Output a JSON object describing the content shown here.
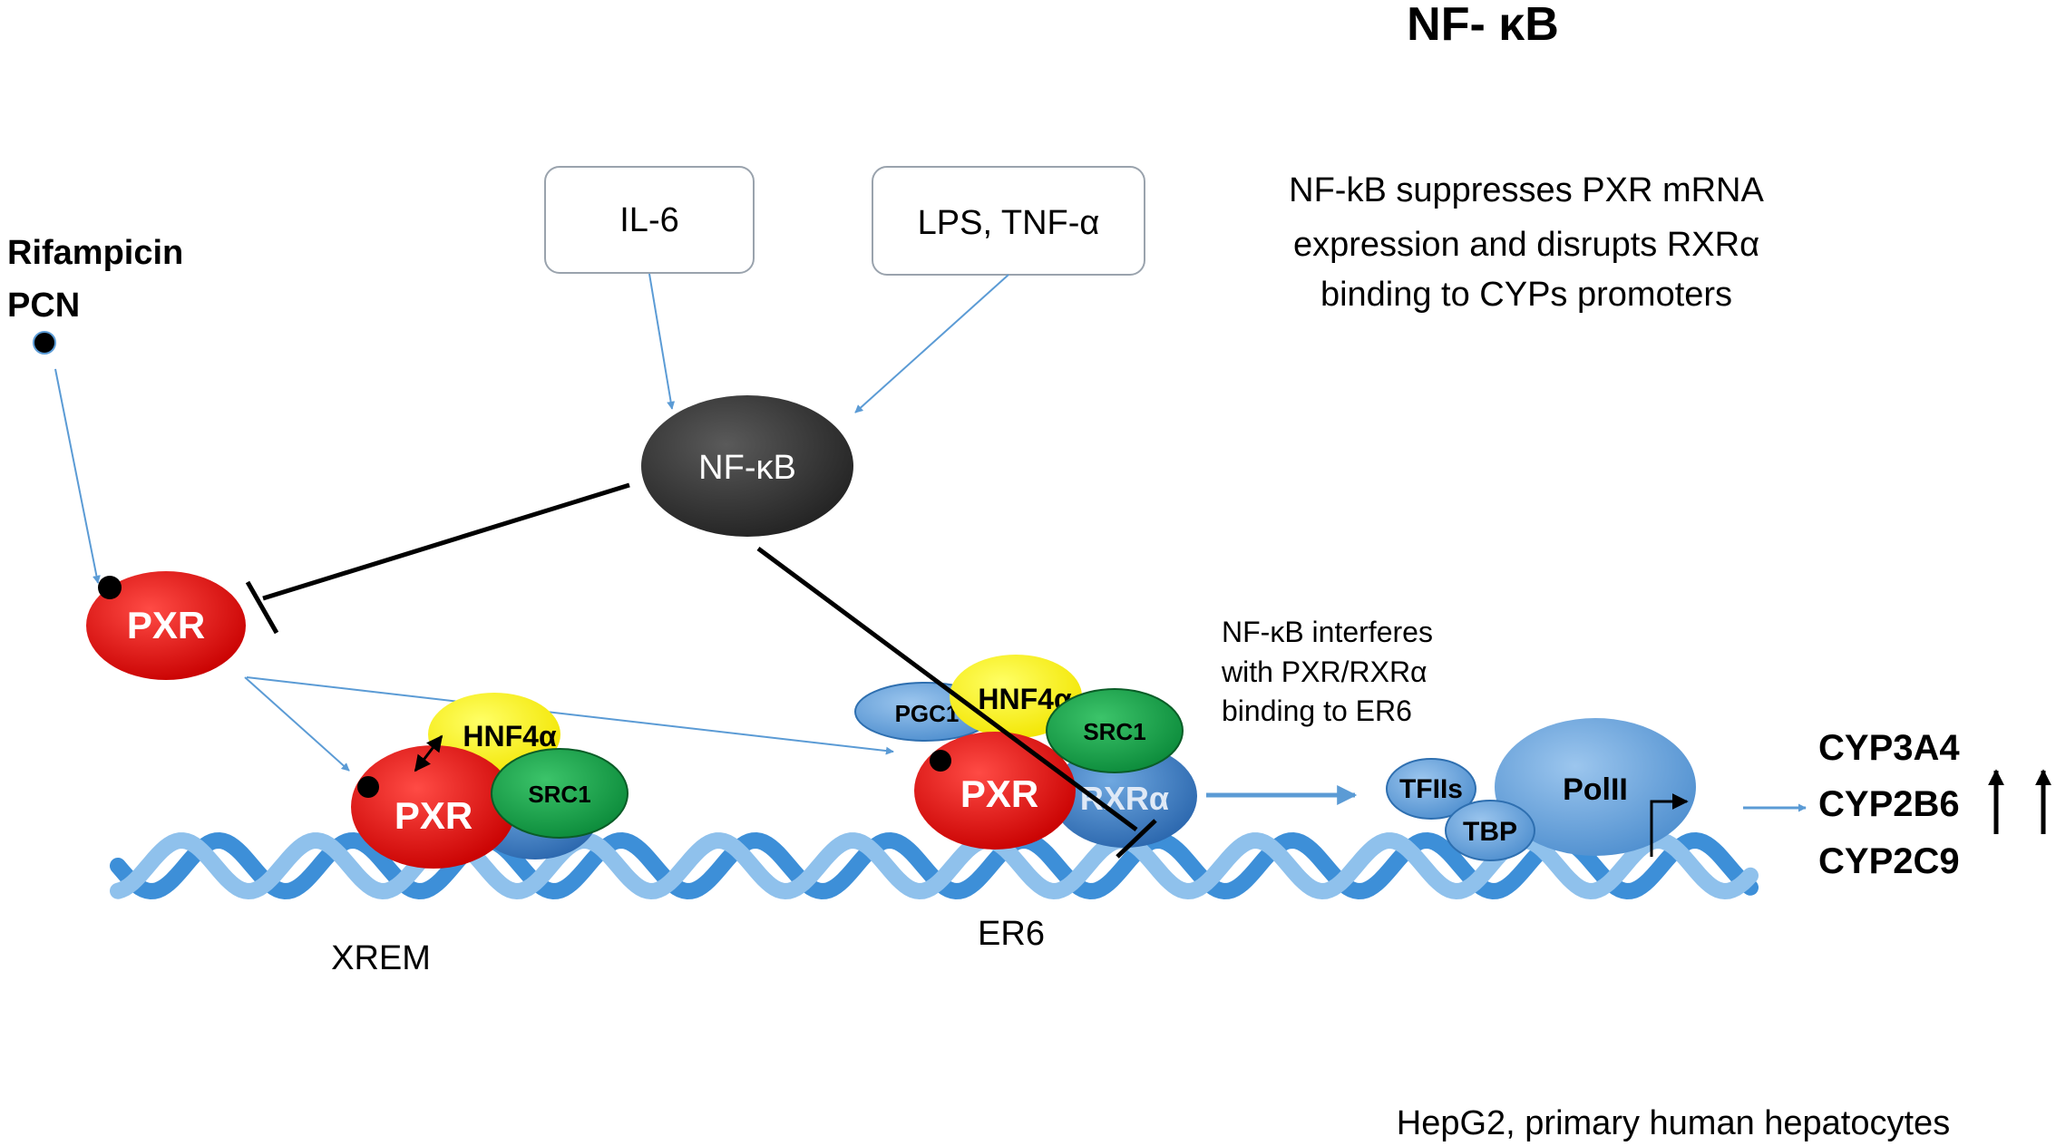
{
  "title": "NF- κB",
  "stimuli": {
    "il6": "IL-6",
    "lps_tnf": "LPS, TNF-α"
  },
  "nfkb_node": "NF-κB",
  "ligands": {
    "line1": "Rifampicin",
    "line2": "PCN"
  },
  "annotation_top": {
    "line1": "NF-kB suppresses PXR mRNA",
    "line2": "expression and disrupts RXRα",
    "line3": "binding to CYPs promoters"
  },
  "annotation_mid": {
    "line1": "NF-κB interferes",
    "line2": "with PXR/RXRα",
    "line3": "binding to ER6"
  },
  "proteins": {
    "pxr": "PXR",
    "hnf4a": "HNF4α",
    "src1": "SRC1",
    "pgc1": "PGC1",
    "rxra": "RXRα",
    "tfiis": "TFIIs",
    "tbp": "TBP",
    "polii": "PolII"
  },
  "elements": {
    "xrem": "XREM",
    "er6": "ER6"
  },
  "target_genes": [
    "CYP3A4",
    "CYP2B6",
    "CYP2C9"
  ],
  "cell_models": "HepG2, primary human hepatocytes",
  "colors": {
    "pxr": "#e8110f",
    "hnf4a": "#fff200",
    "src1": "#13a24a",
    "rxra": "#2f72bd",
    "pgc1": "#5b9bd5",
    "tf_blue": "#5b9bd5",
    "nfkb": "#3a3a3a",
    "dna": "#4a90d0",
    "arrow_blue": "#5b9bd5"
  }
}
